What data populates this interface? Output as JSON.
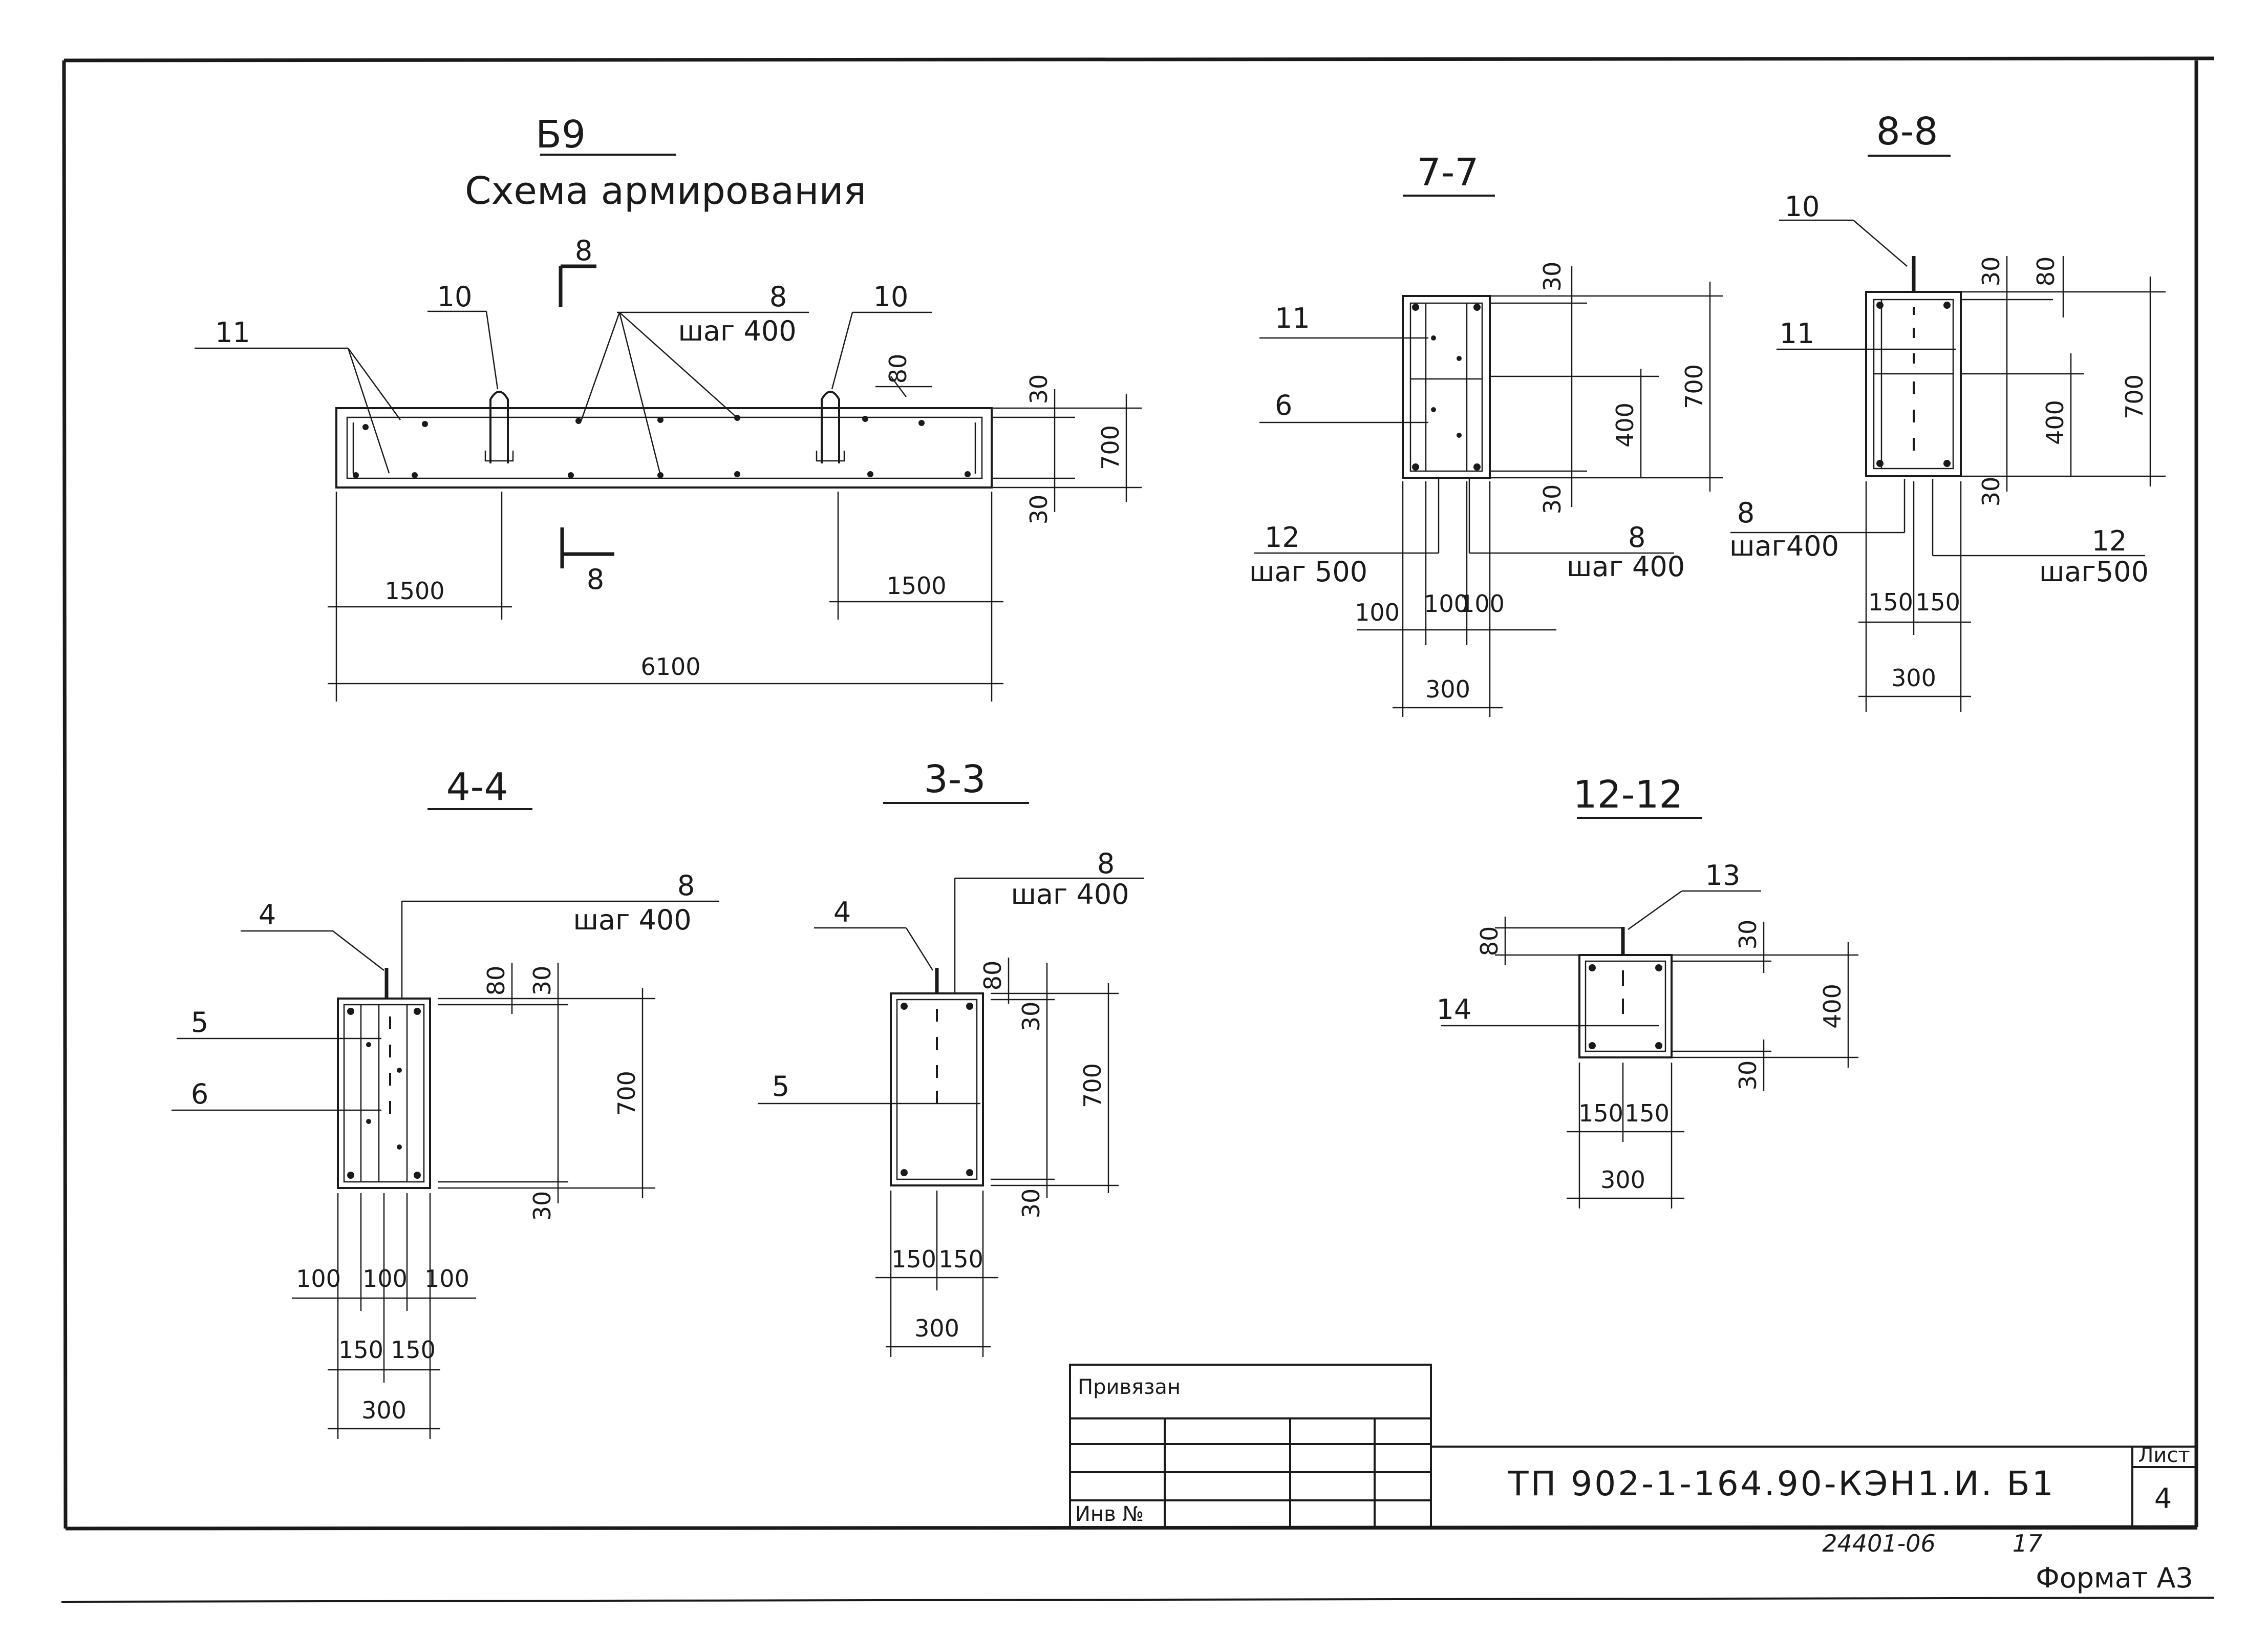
{
  "views": {
    "b9": {
      "title": "Б9",
      "subtitle": "Схема армирования",
      "callout_11": "11",
      "callout_10_left": "10",
      "callout_10_right": "10",
      "callout_8": "8",
      "callout_8_step": "шаг 400",
      "section_mark_top": "8",
      "section_mark_bottom": "8",
      "dim_80": "80",
      "dim_30_top": "30",
      "dim_700": "700",
      "dim_30_bottom": "30",
      "dim_1500_left": "1500",
      "dim_1500_right": "1500",
      "dim_6100": "6100"
    },
    "s77": {
      "title": "7-7",
      "callout_11": "11",
      "callout_6": "6",
      "callout_12": "12",
      "callout_12_step": "шаг 500",
      "callout_8": "8",
      "callout_8_step": "шаг 400",
      "dim_30_top": "30",
      "dim_700": "700",
      "dim_400": "400",
      "dim_30_bottom": "30",
      "dim_100_a": "100",
      "dim_100_b": "100",
      "dim_100_c": "100",
      "dim_300": "300"
    },
    "s88": {
      "title": "8-8",
      "callout_10": "10",
      "callout_11": "11",
      "callout_8": "8",
      "callout_8_step": "шаг400",
      "callout_12": "12",
      "callout_12_step": "шаг500",
      "dim_30_top": "30",
      "dim_80": "80",
      "dim_700": "700",
      "dim_400": "400",
      "dim_30_bottom": "30",
      "dim_150_a": "150",
      "dim_150_b": "150",
      "dim_300": "300"
    },
    "s44": {
      "title": "4-4",
      "callout_4": "4",
      "callout_8": "8",
      "callout_8_step": "шаг 400",
      "callout_5": "5",
      "callout_6": "6",
      "dim_80": "80",
      "dim_30_top": "30",
      "dim_700": "700",
      "dim_30_bottom": "30",
      "dim_100_a": "100",
      "dim_100_b": "100",
      "dim_100_c": "100",
      "dim_150_a": "150",
      "dim_150_b": "150",
      "dim_300": "300"
    },
    "s33": {
      "title": "3-3",
      "callout_4": "4",
      "callout_8": "8",
      "callout_8_step": "шаг 400",
      "callout_5": "5",
      "dim_80": "80",
      "dim_30_top": "30",
      "dim_700": "700",
      "dim_30_bottom": "30",
      "dim_150_a": "150",
      "dim_150_b": "150",
      "dim_300": "300"
    },
    "s1212": {
      "title": "12-12",
      "callout_13": "13",
      "callout_14": "14",
      "dim_80": "80",
      "dim_30_top": "30",
      "dim_400": "400",
      "dim_30_bottom": "30",
      "dim_150_a": "150",
      "dim_150_b": "150",
      "dim_300": "300"
    }
  },
  "title_block": {
    "attached_label": "Привязан",
    "inv_label": "Инв №",
    "doc_code": "ТП 902-1-164.90-КЭН1.И. Б1",
    "sheet_label": "Лист",
    "sheet_number": "4"
  },
  "footer": {
    "archive_number": "24401-06",
    "archive_suffix": "17",
    "format_label": "Формат А3"
  }
}
